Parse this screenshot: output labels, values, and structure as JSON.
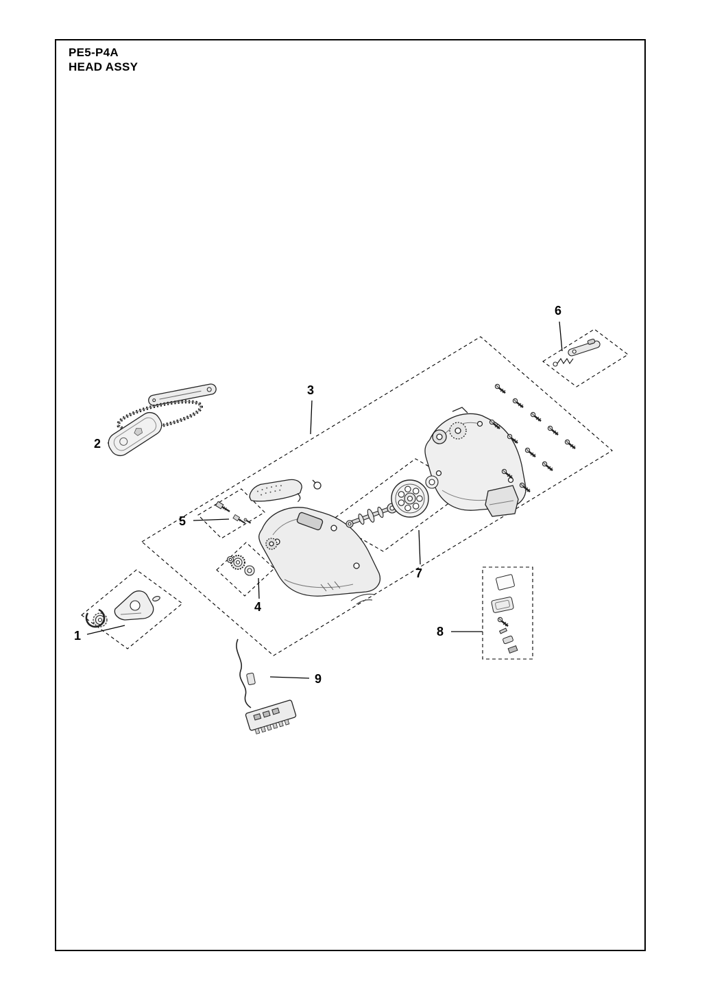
{
  "title": {
    "line1": "PE5-P4A",
    "line2": "HEAD ASSY"
  },
  "colors": {
    "ink": "#000000",
    "paper": "#ffffff"
  },
  "callouts": [
    {
      "label": "1"
    },
    {
      "label": "2"
    },
    {
      "label": "3"
    },
    {
      "label": "4"
    },
    {
      "label": "5"
    },
    {
      "label": "6"
    },
    {
      "label": "7"
    },
    {
      "label": "8"
    },
    {
      "label": "9"
    }
  ]
}
